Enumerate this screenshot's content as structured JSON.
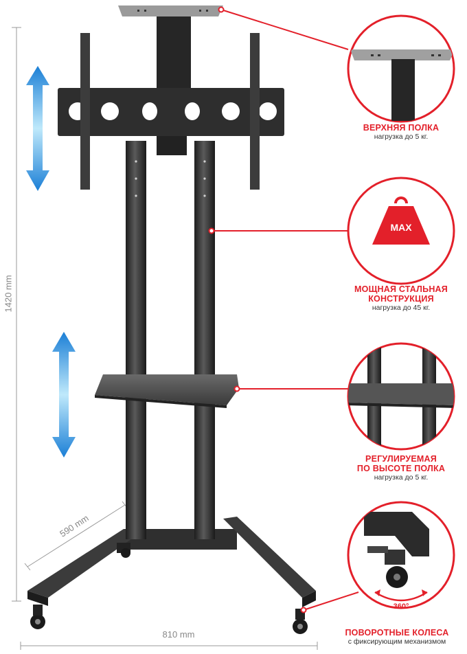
{
  "dimensions": {
    "height": "1420 mm",
    "depth": "590 mm",
    "width": "810 mm"
  },
  "callouts": [
    {
      "title_line1": "ВЕРХНЯЯ ПОЛКА",
      "title_line2": "",
      "subtitle": "нагрузка до 5 кг."
    },
    {
      "title_line1": "МОЩНАЯ СТАЛЬНАЯ",
      "title_line2": "КОНСТРУКЦИЯ",
      "subtitle": "нагрузка до 45 кг."
    },
    {
      "title_line1": "РЕГУЛИРУЕМАЯ",
      "title_line2": "ПО ВЫСОТЕ ПОЛКА",
      "subtitle": "нагрузка до 5 кг."
    },
    {
      "title_line1": "ПОВОРОТНЫЕ КОЛЕСА",
      "title_line2": "",
      "subtitle": "с фиксирующим механизмом"
    }
  ],
  "badges": {
    "weight": "MAX",
    "rotation": "360°"
  },
  "colors": {
    "accent": "#e3202a",
    "metal": "#3a3a3a",
    "arrow_top": "#1b7fd6",
    "arrow_mid": "#8fd3f5"
  }
}
